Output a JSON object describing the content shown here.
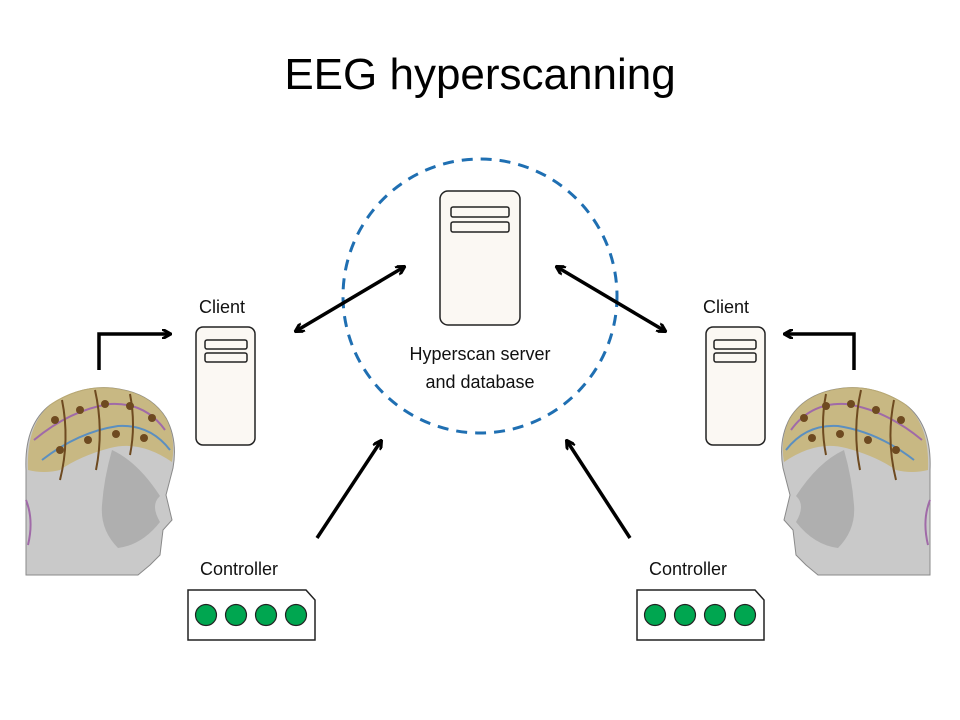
{
  "title": "EEG hyperscanning",
  "server": {
    "label_line1": "Hyperscan server",
    "label_line2": "and database"
  },
  "clients": [
    {
      "label": "Client"
    },
    {
      "label": "Client"
    }
  ],
  "controllers": [
    {
      "label": "Controller",
      "buttons": 4
    },
    {
      "label": "Controller",
      "buttons": 4
    }
  ],
  "colors": {
    "server_boundary": "#1f6fb2",
    "controller_button": "#00a650",
    "arrow": "#000000"
  },
  "icons": [
    "eeg-cap-head-icon",
    "server-icon",
    "client-computer-icon",
    "controller-icon"
  ]
}
